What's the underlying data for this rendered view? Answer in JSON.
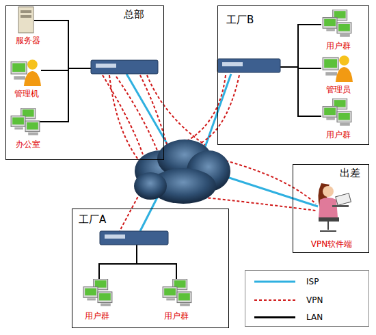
{
  "diagram": {
    "nodes": [
      {
        "text": [
          "总部"
        ]
      },
      {
        "text": [
          "服务器"
        ],
        "in": 0
      },
      {
        "text": [
          "管理机"
        ],
        "in": 0
      },
      {
        "text": [
          "办公室"
        ],
        "in": 0
      },
      {
        "text": [
          "工厂B"
        ]
      },
      {
        "text": [
          "用户群"
        ],
        "in": 4
      },
      {
        "text": [
          "管理员"
        ],
        "in": 4
      },
      {
        "text": [
          "用户群"
        ],
        "in": 4
      },
      {
        "text": [
          "出差"
        ]
      },
      {
        "text": [
          "VPN软件端"
        ],
        "in": 8
      },
      {
        "text": [
          "工厂A"
        ]
      },
      {
        "text": [
          "用户群"
        ],
        "in": 10
      },
      {
        "text": [
          "用户群"
        ],
        "in": 10
      }
    ],
    "legend": [
      {
        "text": "ISP"
      },
      {
        "text": "VPN"
      },
      {
        "text": "LAN"
      }
    ]
  }
}
